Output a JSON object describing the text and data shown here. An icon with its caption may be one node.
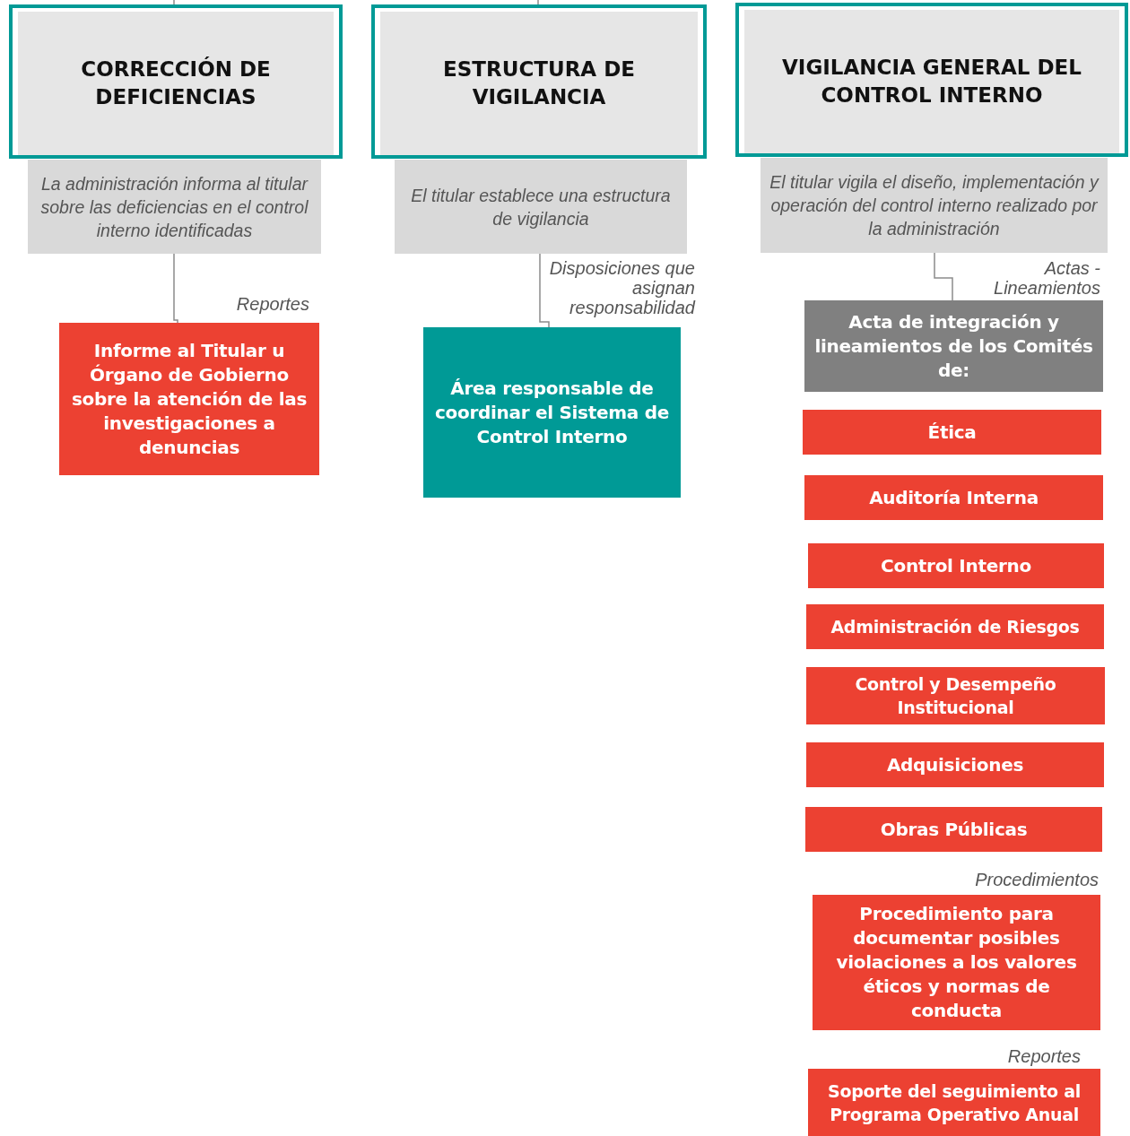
{
  "diagram": {
    "nodes": [
      {
        "text": [
          "CORRECCIÓN DE DEFICIENCIAS"
        ]
      },
      {
        "text": [
          "La administración informa al titular sobre las deficiencias en el control interno identificadas"
        ]
      },
      {
        "text": [
          "Informe al Titular u Órgano de Gobierno sobre la atención de las investigaciones a denuncias"
        ]
      },
      {
        "text": [
          "ESTRUCTURA DE VIGILANCIA"
        ]
      },
      {
        "text": [
          "El titular establece una estructura de vigilancia"
        ]
      },
      {
        "text": [
          "Área responsable de coordinar el Sistema de Control Interno"
        ]
      },
      {
        "text": [
          "VIGILANCIA GENERAL DEL CONTROL INTERNO"
        ]
      },
      {
        "text": [
          "El titular vigila el diseño, implementación y operación del control interno realizado por la administración"
        ]
      },
      {
        "text": [
          "Acta de integración y lineamientos de los Comités de:"
        ]
      },
      {
        "text": [
          "Ética"
        ]
      },
      {
        "text": [
          "Auditoría Interna"
        ]
      },
      {
        "text": [
          "Control Interno"
        ]
      },
      {
        "text": [
          "Administración de Riesgos"
        ]
      },
      {
        "text": [
          "Control y Desempeño Institucional"
        ]
      },
      {
        "text": [
          "Adquisiciones"
        ]
      },
      {
        "text": [
          "Obras Públicas"
        ]
      },
      {
        "text": [
          "Procedimiento para documentar posibles violaciones a los valores éticos y normas de conducta"
        ]
      },
      {
        "text": [
          "Soporte del seguimiento al Programa Operativo Anual"
        ]
      }
    ],
    "edges": [
      {
        "from": null,
        "to": 0,
        "arrow": "none"
      },
      {
        "from": null,
        "to": 3,
        "arrow": "none"
      },
      {
        "from": 1,
        "to": 2,
        "arrow": "none",
        "label": "Reportes"
      },
      {
        "from": 4,
        "to": 5,
        "arrow": "none",
        "label": "Disposiciones que asignan responsabilidad"
      },
      {
        "from": 7,
        "to": 8,
        "arrow": "none",
        "label": "Actas - Lineamientos"
      }
    ],
    "labels": [
      "Procedimientos",
      "Reportes"
    ]
  }
}
